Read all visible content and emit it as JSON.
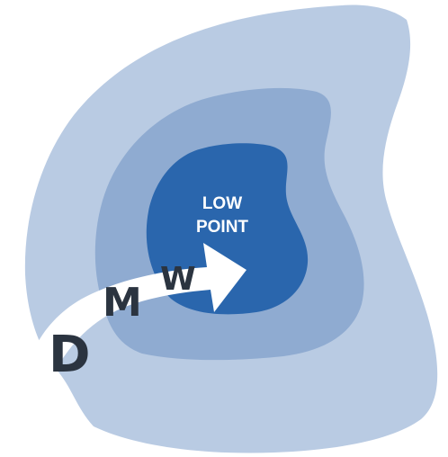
{
  "center_label": {
    "line1": "LOW",
    "line2": "POINT"
  },
  "flow_letters": {
    "first": "D",
    "second": "M",
    "third": "W"
  },
  "colors": {
    "outer_zone": "#b9cbe3",
    "middle_zone": "#8fabd1",
    "inner_zone": "#2a66ad",
    "arrow": "#ffffff",
    "letters": "#2b3440",
    "center_text": "#ffffff"
  }
}
